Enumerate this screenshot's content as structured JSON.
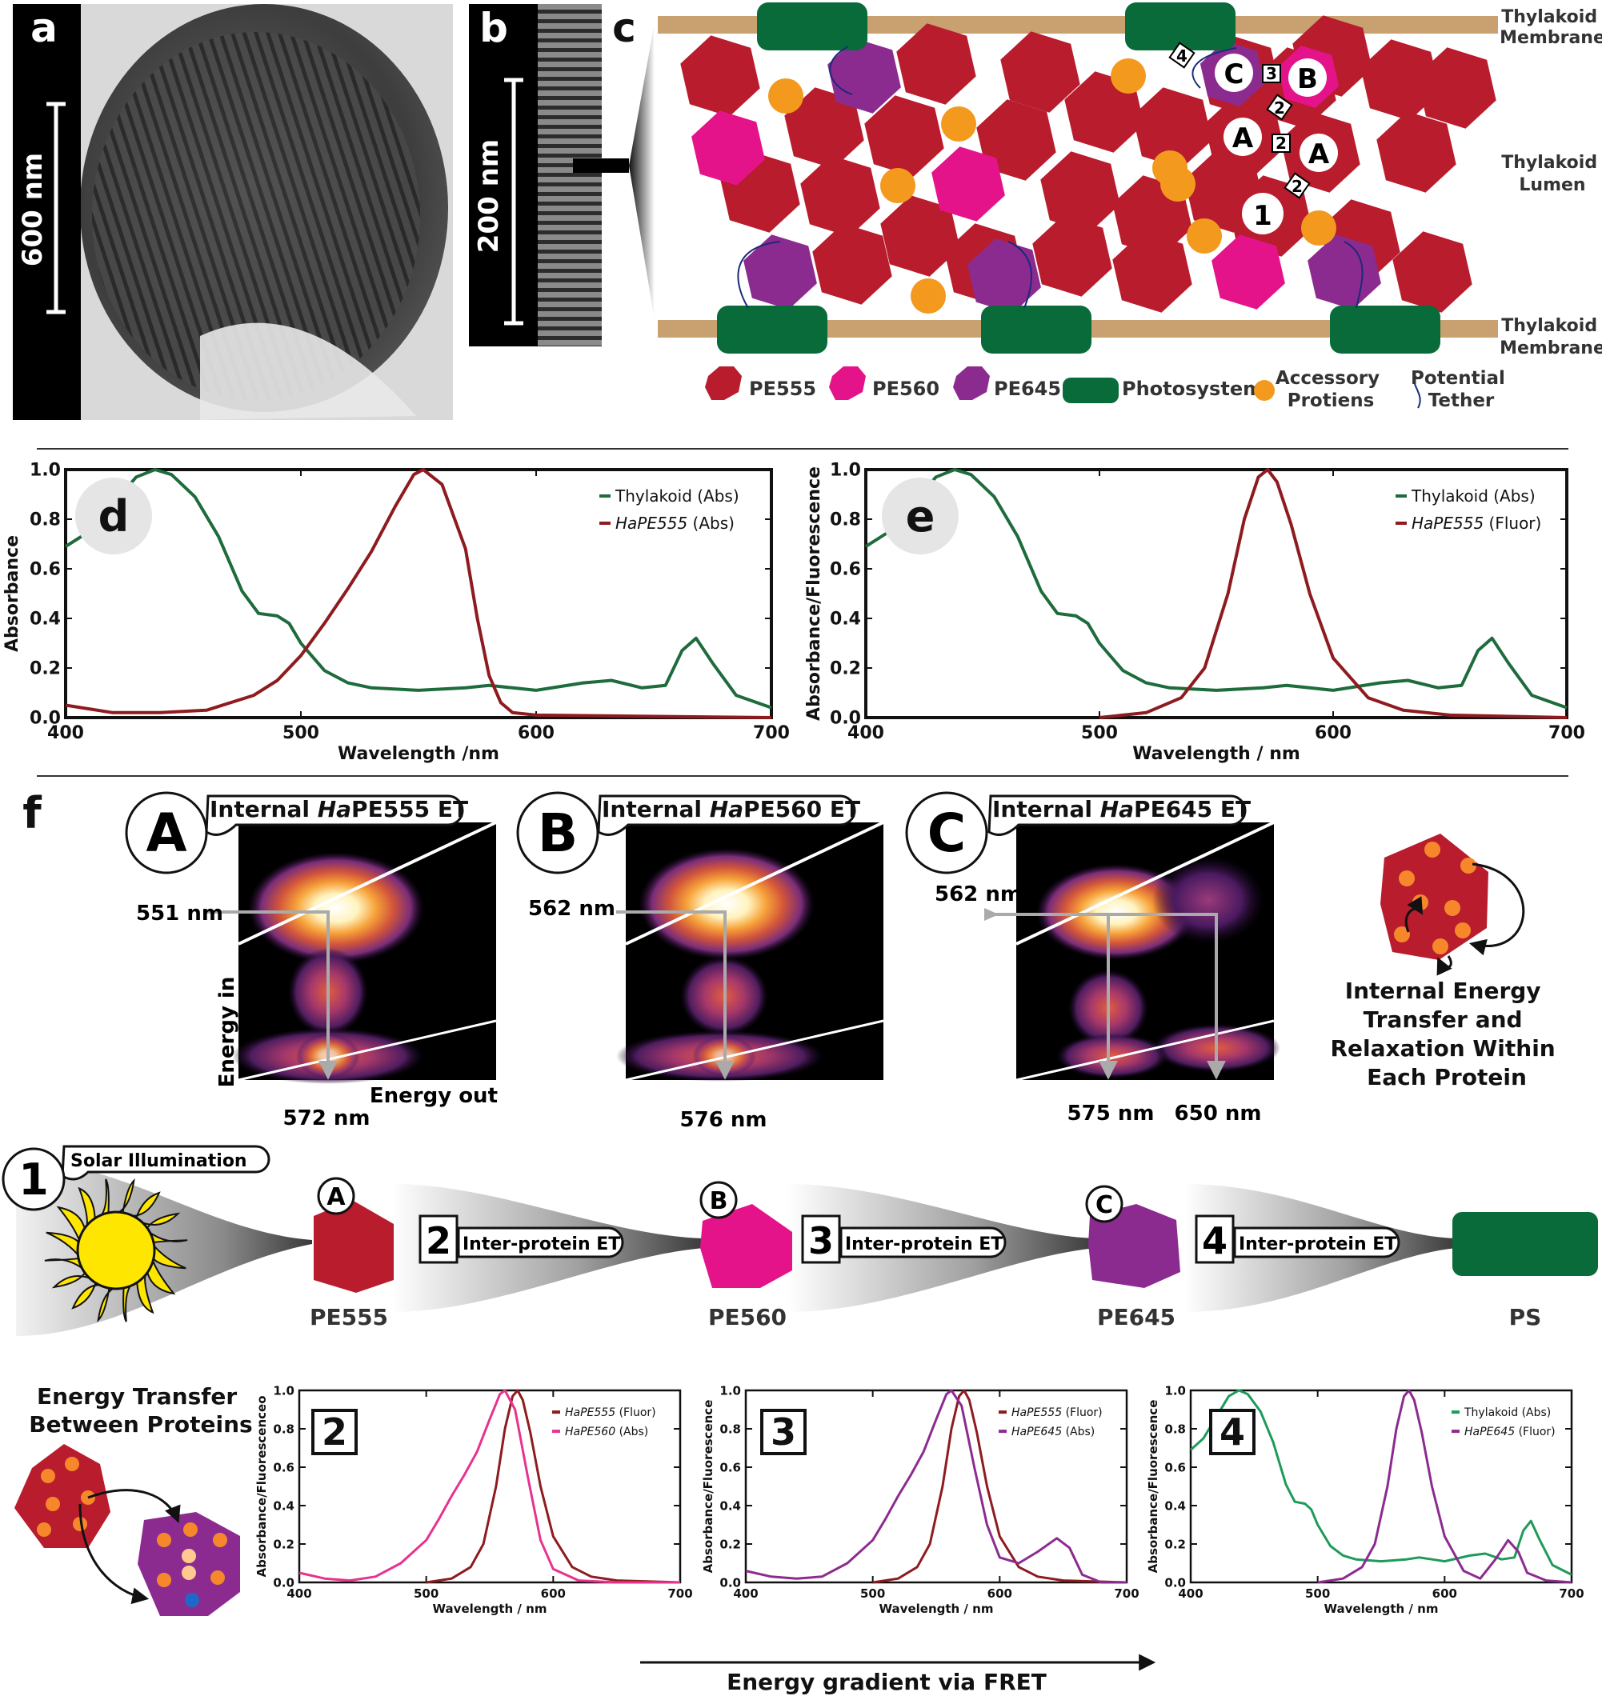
{
  "panel_a": {
    "letter": "a",
    "scale_label": "600 nm"
  },
  "panel_b": {
    "letter": "b",
    "scale_label": "200 nm"
  },
  "panel_c": {
    "letter": "c",
    "labels": {
      "top_membrane": [
        "Thylakoid",
        "Membrane"
      ],
      "lumen": [
        "Thylakoid",
        "Lumen"
      ],
      "bottom_membrane": [
        "Thylakoid",
        "Membrane"
      ]
    },
    "protein_letters": {
      "a": "A",
      "b": "B",
      "c": "C"
    },
    "step_numbers": {
      "one": "1",
      "two": "2",
      "three": "3",
      "four": "4"
    },
    "legend": {
      "pe555": "PE555",
      "pe560": "PE560",
      "pe645": "PE645",
      "photosystem": "Photosystem",
      "accessory": [
        "Accessory",
        "Protiens"
      ],
      "tether": [
        "Potential",
        "Tether"
      ]
    },
    "colors": {
      "pe555": "#B81C2D",
      "pe560": "#E5138A",
      "pe645": "#8C2B8F",
      "photosystem": "#0A6B3A",
      "accessory": "#F39A1E",
      "membrane": "#C9A06F"
    }
  },
  "chart_data": [
    {
      "panel": "d",
      "type": "line",
      "ylabel": "Absorbance",
      "xlabel": "Wavelength /nm",
      "xlim": [
        400,
        700
      ],
      "ylim": [
        0,
        1.0
      ],
      "xticks": [
        "400",
        "500",
        "600",
        "700"
      ],
      "yticks": [
        "0.0",
        "0.2",
        "0.4",
        "0.6",
        "0.8",
        "1.0"
      ],
      "legend_position": "top-right",
      "series": [
        {
          "name": "Thylakoid (Abs)",
          "color": "#1E6B3C",
          "x": [
            400,
            410,
            420,
            430,
            438,
            445,
            455,
            465,
            475,
            482,
            490,
            495,
            500,
            510,
            520,
            530,
            550,
            570,
            580,
            590,
            600,
            620,
            632,
            645,
            655,
            662,
            668,
            675,
            685,
            700
          ],
          "y": [
            0.69,
            0.75,
            0.86,
            0.97,
            1.0,
            0.98,
            0.89,
            0.73,
            0.51,
            0.42,
            0.41,
            0.38,
            0.3,
            0.19,
            0.14,
            0.12,
            0.11,
            0.12,
            0.13,
            0.12,
            0.11,
            0.14,
            0.15,
            0.12,
            0.13,
            0.27,
            0.32,
            0.22,
            0.09,
            0.04
          ]
        },
        {
          "name": "HaPE555 (Abs)",
          "color": "#8E1B1F",
          "x": [
            400,
            420,
            440,
            460,
            480,
            490,
            500,
            510,
            520,
            530,
            540,
            548,
            552,
            560,
            570,
            575,
            580,
            585,
            590,
            600,
            700
          ],
          "y": [
            0.05,
            0.02,
            0.02,
            0.03,
            0.09,
            0.15,
            0.25,
            0.38,
            0.52,
            0.67,
            0.85,
            0.98,
            1.0,
            0.94,
            0.68,
            0.4,
            0.17,
            0.06,
            0.02,
            0.01,
            0.0
          ]
        }
      ]
    },
    {
      "panel": "e",
      "type": "line",
      "ylabel": "Absorbance/Fluorescence",
      "xlabel": "Wavelength / nm",
      "xlim": [
        400,
        700
      ],
      "ylim": [
        0,
        1.0
      ],
      "xticks": [
        "400",
        "500",
        "600",
        "700"
      ],
      "yticks": [
        "0.0",
        "0.2",
        "0.4",
        "0.6",
        "0.8",
        "1.0"
      ],
      "legend_position": "top-right",
      "series": [
        {
          "name": "Thylakoid (Abs)",
          "color": "#1E6B3C",
          "x": [
            400,
            410,
            420,
            430,
            438,
            445,
            455,
            465,
            475,
            482,
            490,
            495,
            500,
            510,
            520,
            530,
            550,
            570,
            580,
            590,
            600,
            620,
            632,
            645,
            655,
            662,
            668,
            675,
            685,
            700
          ],
          "y": [
            0.69,
            0.75,
            0.86,
            0.97,
            1.0,
            0.98,
            0.89,
            0.73,
            0.51,
            0.42,
            0.41,
            0.38,
            0.3,
            0.19,
            0.14,
            0.12,
            0.11,
            0.12,
            0.13,
            0.12,
            0.11,
            0.14,
            0.15,
            0.12,
            0.13,
            0.27,
            0.32,
            0.22,
            0.09,
            0.04
          ]
        },
        {
          "name": "HaPE555 (Fluor)",
          "color": "#8E1B1F",
          "x": [
            500,
            520,
            535,
            545,
            555,
            562,
            568,
            572,
            576,
            582,
            590,
            600,
            615,
            630,
            650,
            700
          ],
          "y": [
            0.0,
            0.02,
            0.08,
            0.2,
            0.5,
            0.8,
            0.97,
            1.0,
            0.95,
            0.78,
            0.5,
            0.24,
            0.08,
            0.03,
            0.01,
            0.0
          ]
        }
      ]
    },
    {
      "panel": "2",
      "type": "line",
      "ylabel": "Absorbance/Fluorescenceo",
      "xlabel": "Wavelength / nm",
      "xlim": [
        400,
        700
      ],
      "ylim": [
        0,
        1.0
      ],
      "xticks": [
        "400",
        "500",
        "600",
        "700"
      ],
      "yticks": [
        "0.0",
        "0.2",
        "0.4",
        "0.6",
        "0.8",
        "1.0"
      ],
      "legend_position": "top-right",
      "series": [
        {
          "name": "HaPE555 (Fluor)",
          "color": "#8E1B1F",
          "x": [
            500,
            520,
            535,
            545,
            555,
            562,
            568,
            572,
            576,
            582,
            590,
            600,
            615,
            630,
            650,
            700
          ],
          "y": [
            0.0,
            0.02,
            0.08,
            0.2,
            0.5,
            0.8,
            0.97,
            1.0,
            0.95,
            0.78,
            0.5,
            0.24,
            0.08,
            0.03,
            0.01,
            0.0
          ]
        },
        {
          "name": "HaPE560 (Abs)",
          "color": "#E7338F",
          "x": [
            400,
            420,
            440,
            460,
            480,
            500,
            510,
            520,
            530,
            540,
            550,
            558,
            562,
            570,
            580,
            590,
            600,
            620,
            650,
            700
          ],
          "y": [
            0.05,
            0.02,
            0.01,
            0.03,
            0.1,
            0.22,
            0.33,
            0.45,
            0.56,
            0.68,
            0.85,
            0.98,
            1.0,
            0.9,
            0.55,
            0.22,
            0.07,
            0.01,
            0.0,
            0.0
          ]
        }
      ]
    },
    {
      "panel": "3",
      "type": "line",
      "ylabel": "Absorbance/Fluorescence",
      "xlabel": "Wavelength / nm",
      "xlim": [
        400,
        700
      ],
      "ylim": [
        0,
        1.0
      ],
      "xticks": [
        "400",
        "500",
        "600",
        "700"
      ],
      "yticks": [
        "0.0",
        "0.2",
        "0.4",
        "0.6",
        "0.8",
        "1.0"
      ],
      "legend_position": "top-right",
      "series": [
        {
          "name": "HaPE555 (Fluor)",
          "color": "#8E1B1F",
          "x": [
            500,
            520,
            535,
            545,
            555,
            562,
            568,
            572,
            576,
            582,
            590,
            600,
            615,
            630,
            650,
            700
          ],
          "y": [
            0.0,
            0.02,
            0.08,
            0.2,
            0.5,
            0.8,
            0.97,
            1.0,
            0.95,
            0.78,
            0.5,
            0.24,
            0.08,
            0.03,
            0.01,
            0.0
          ]
        },
        {
          "name": "HaPE645 (Abs)",
          "color": "#8C2B8F",
          "x": [
            400,
            420,
            440,
            460,
            480,
            500,
            510,
            520,
            530,
            540,
            550,
            558,
            562,
            570,
            580,
            590,
            600,
            615,
            630,
            645,
            655,
            665,
            680,
            700
          ],
          "y": [
            0.06,
            0.03,
            0.02,
            0.03,
            0.1,
            0.22,
            0.33,
            0.45,
            0.56,
            0.68,
            0.85,
            0.98,
            1.0,
            0.92,
            0.6,
            0.3,
            0.13,
            0.1,
            0.16,
            0.23,
            0.18,
            0.04,
            0.0,
            0.0
          ]
        }
      ]
    },
    {
      "panel": "4",
      "type": "line",
      "ylabel": "Absorbance/Fluorescence",
      "xlabel": "Wavelength / nm",
      "xlim": [
        400,
        700
      ],
      "ylim": [
        0,
        1.0
      ],
      "xticks": [
        "400",
        "500",
        "600",
        "700"
      ],
      "yticks": [
        "0.0",
        "0.2",
        "0.4",
        "0.6",
        "0.8",
        "1.0"
      ],
      "legend_position": "top-right",
      "series": [
        {
          "name": "Thylakoid (Abs)",
          "color": "#1E9A5A",
          "x": [
            400,
            410,
            420,
            430,
            438,
            445,
            455,
            465,
            475,
            482,
            490,
            495,
            500,
            510,
            520,
            530,
            550,
            570,
            580,
            590,
            600,
            620,
            632,
            645,
            655,
            662,
            668,
            675,
            685,
            700
          ],
          "y": [
            0.69,
            0.75,
            0.86,
            0.97,
            1.0,
            0.98,
            0.89,
            0.73,
            0.51,
            0.42,
            0.41,
            0.38,
            0.3,
            0.19,
            0.14,
            0.12,
            0.11,
            0.12,
            0.13,
            0.12,
            0.11,
            0.14,
            0.15,
            0.12,
            0.13,
            0.27,
            0.32,
            0.22,
            0.09,
            0.04
          ]
        },
        {
          "name": "HaPE645 (Fluor)",
          "color": "#8C2B8F",
          "x": [
            500,
            520,
            535,
            545,
            555,
            562,
            568,
            572,
            576,
            582,
            590,
            600,
            615,
            628,
            640,
            650,
            658,
            665,
            680,
            700
          ],
          "y": [
            0.0,
            0.02,
            0.08,
            0.2,
            0.5,
            0.8,
            0.97,
            1.0,
            0.95,
            0.78,
            0.5,
            0.24,
            0.06,
            0.02,
            0.12,
            0.22,
            0.16,
            0.05,
            0.01,
            0.0
          ]
        }
      ]
    }
  ],
  "panel_f": {
    "letter": "f",
    "maps": [
      {
        "badge": "A",
        "title_pre": "Internal ",
        "title_italic": "Ha",
        "title_post": "PE555 ET",
        "in_label": "551 nm",
        "out_labels": [
          "572 nm"
        ]
      },
      {
        "badge": "B",
        "title_pre": "Internal ",
        "title_italic": "Ha",
        "title_post": "PE560 ET",
        "in_label": "562 nm",
        "out_labels": [
          "576 nm"
        ]
      },
      {
        "badge": "C",
        "title_pre": "Internal ",
        "title_italic": "Ha",
        "title_post": "PE645 ET",
        "in_label": "562 nm",
        "out_labels": [
          "575 nm",
          "650 nm"
        ]
      }
    ],
    "axis_energy_in": "Energy in",
    "axis_energy_out": "Energy out",
    "internal_caption": [
      "Internal Energy",
      "Transfer and",
      "Relaxation Within",
      "Each Protein"
    ],
    "flow": {
      "step1_number": "1",
      "step1_label": "Solar Illumination",
      "steps": [
        {
          "number": "2",
          "label": "Inter-protein ET"
        },
        {
          "number": "3",
          "label": "Inter-protein ET"
        },
        {
          "number": "4",
          "label": "Inter-protein ET"
        }
      ],
      "nodes": [
        {
          "badge": "A",
          "name": "PE555"
        },
        {
          "badge": "B",
          "name": "PE560"
        },
        {
          "badge": "C",
          "name": "PE645"
        },
        {
          "badge": "",
          "name": "PS"
        }
      ]
    },
    "between_caption": [
      "Energy Transfer",
      "Between Proteins"
    ],
    "gradient_label": "Energy gradient via FRET"
  }
}
